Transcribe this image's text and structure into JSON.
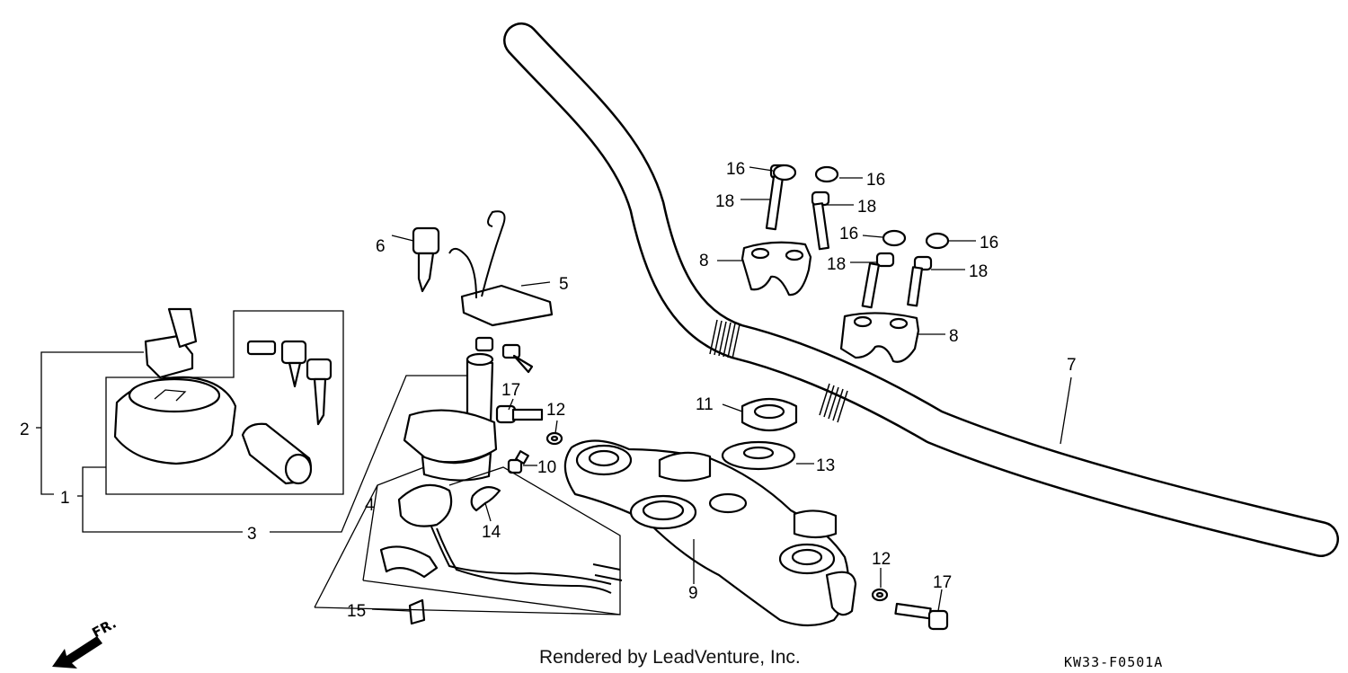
{
  "callouts": [
    "1",
    "2",
    "3",
    "4",
    "5",
    "6",
    "7",
    "8",
    "8",
    "9",
    "10",
    "11",
    "12",
    "12",
    "13",
    "14",
    "15",
    "16",
    "16",
    "16",
    "16",
    "17",
    "17",
    "18",
    "18",
    "18",
    "18"
  ],
  "credit": "Rendered by LeadVenture, Inc.",
  "diagram_code": "KW33-F0501A",
  "direction_label": "FR.",
  "icons": [
    "front-direction-arrow-icon"
  ]
}
